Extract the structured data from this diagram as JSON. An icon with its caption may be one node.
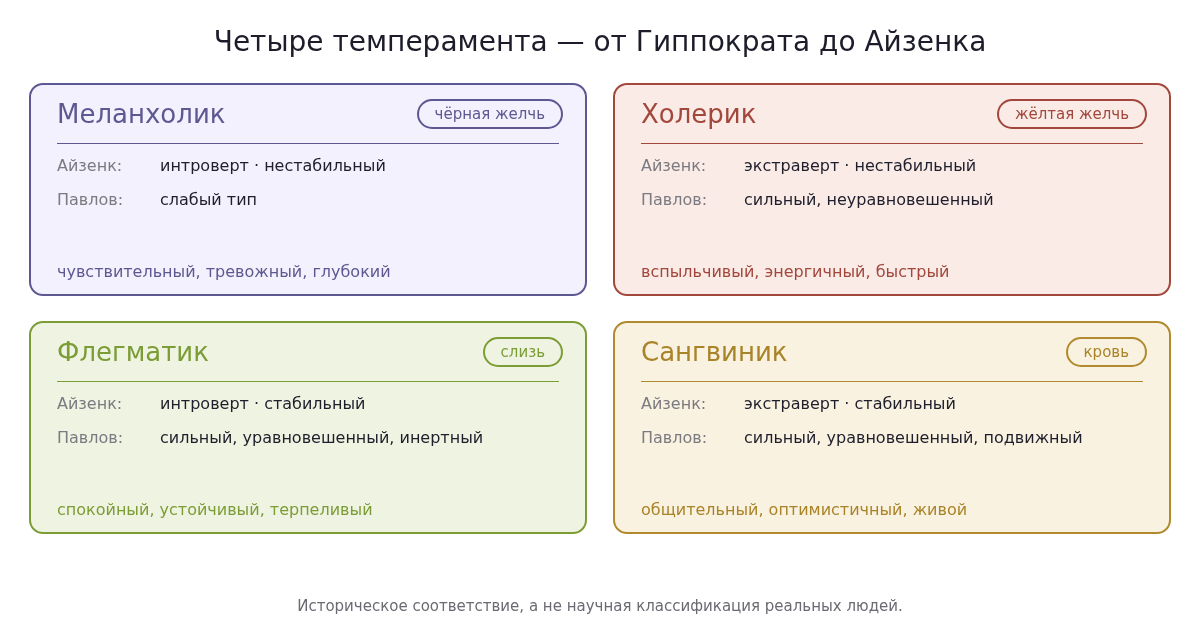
{
  "diagram": {
    "title": "Четыре темперамента — от Гиппократа до Айзенка",
    "caption": "Историческое соответствие, а не научная классификация реальных людей.",
    "nodes": [
      {
        "text": [
          "Меланхолик",
          "Айзенк:",
          "интроверт · нестабильный",
          "Павлов:",
          "слабый тип",
          "чувствительный, тревожный, глубокий"
        ]
      },
      {
        "text": [
          "чёрная желчь"
        ],
        "in": 0
      },
      {
        "text": [
          "Холерик",
          "Айзенк:",
          "экстраверт · нестабильный",
          "Павлов:",
          "сильный, неуравновешенный",
          "вспыльчивый, энергичный, быстрый"
        ]
      },
      {
        "text": [
          "жёлтая желчь"
        ],
        "in": 2
      },
      {
        "text": [
          "Флегматик",
          "Айзенк:",
          "интроверт · стабильный",
          "Павлов:",
          "сильный, уравновешенный, инертный",
          "спокойный, устойчивый, терпеливый"
        ]
      },
      {
        "text": [
          "слизь"
        ],
        "in": 4
      },
      {
        "text": [
          "Сангвиник",
          "Айзенк:",
          "экстраверт · стабильный",
          "Павлов:",
          "сильный, уравновешенный, подвижный",
          "общительный, оптимистичный, живой"
        ]
      },
      {
        "text": [
          "кровь"
        ],
        "in": 6
      }
    ]
  }
}
